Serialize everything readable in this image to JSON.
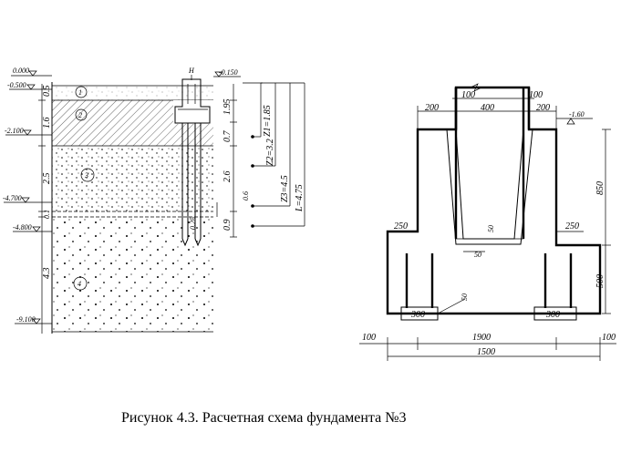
{
  "caption": "Рисунок 4.3. Расчетная схема фундамента №3",
  "soil_profile": {
    "elevations": [
      "0.000",
      "-0.500",
      "-2.100",
      "-4.700",
      "-4.800",
      "-9.100"
    ],
    "top_right_elevation": "-0.150",
    "layer_thickness": [
      "0.5",
      "1.6",
      "2.5",
      "0.1",
      "4.3"
    ],
    "layer_numbers": [
      "1",
      "2",
      "3",
      "4"
    ],
    "right_segments": [
      "1.95",
      "0.7",
      "2.6",
      "0.9"
    ],
    "z_labels": [
      "Z1=1.85",
      "Z2=3.2",
      "Z3=4.5",
      "L=4.75"
    ],
    "small_dims": [
      "0.6",
      "0.25"
    ],
    "plant_symbol": "H"
  },
  "foundation": {
    "top_dims": [
      "100",
      "400",
      "100",
      "200",
      "200"
    ],
    "elevation": "-1.60",
    "height_dims": [
      "850",
      "500"
    ],
    "step_dims": [
      "250",
      "250"
    ],
    "socket_dims": [
      "50",
      "50"
    ],
    "pile_gap": "50",
    "pile_labels": [
      "300",
      "300"
    ],
    "bottom_dims": [
      "100",
      "1900",
      "100"
    ],
    "total_width": "1500"
  }
}
